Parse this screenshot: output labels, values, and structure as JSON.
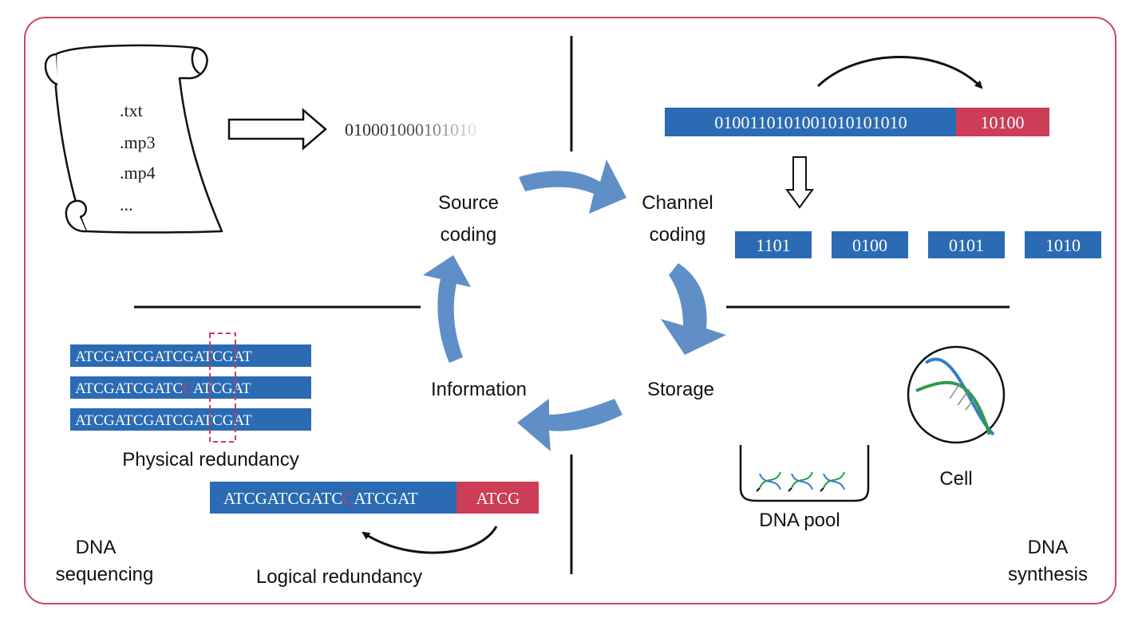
{
  "scroll": {
    "extensions": [
      ".txt",
      ".mp3",
      ".mp4",
      "..."
    ]
  },
  "binary_stream": "010001000101010",
  "cycle": {
    "source_coding": [
      "Source",
      "coding"
    ],
    "channel_coding": [
      "Channel",
      "coding"
    ],
    "storage": "Storage",
    "information": "Information"
  },
  "channel": {
    "data_bits": "0100110101001010101010",
    "parity_bits": "10100",
    "segments": [
      "1101",
      "0100",
      "0101",
      "1010"
    ]
  },
  "physical": {
    "rows": [
      {
        "prefix": "ATCGATCGATC",
        "mid": "G",
        "suffix": "ATCGAT",
        "error": false
      },
      {
        "prefix": "ATCGATCGATC",
        "mid": "C",
        "suffix": "ATCGAT",
        "error": true
      },
      {
        "prefix": "ATCGATCGATC",
        "mid": "G",
        "suffix": "ATCGAT",
        "error": false
      }
    ],
    "label": "Physical redundancy"
  },
  "logical": {
    "prefix": "ATCGATCGATC",
    "mid": "C",
    "suffix": "ATCGAT",
    "parity": "ATCG",
    "label": "Logical redundancy"
  },
  "corner_labels": {
    "sequencing": [
      "DNA",
      "sequencing"
    ],
    "synthesis": [
      "DNA",
      "synthesis"
    ]
  },
  "storage_media": {
    "pool": "DNA pool",
    "cell": "Cell"
  },
  "colors": {
    "blue": "#2a6bb3",
    "red": "#cc3d57",
    "arrow": "#5f8fc6",
    "frame": "#c9485e",
    "green": "#2e9a4a",
    "strand_blue": "#2f80c8"
  }
}
